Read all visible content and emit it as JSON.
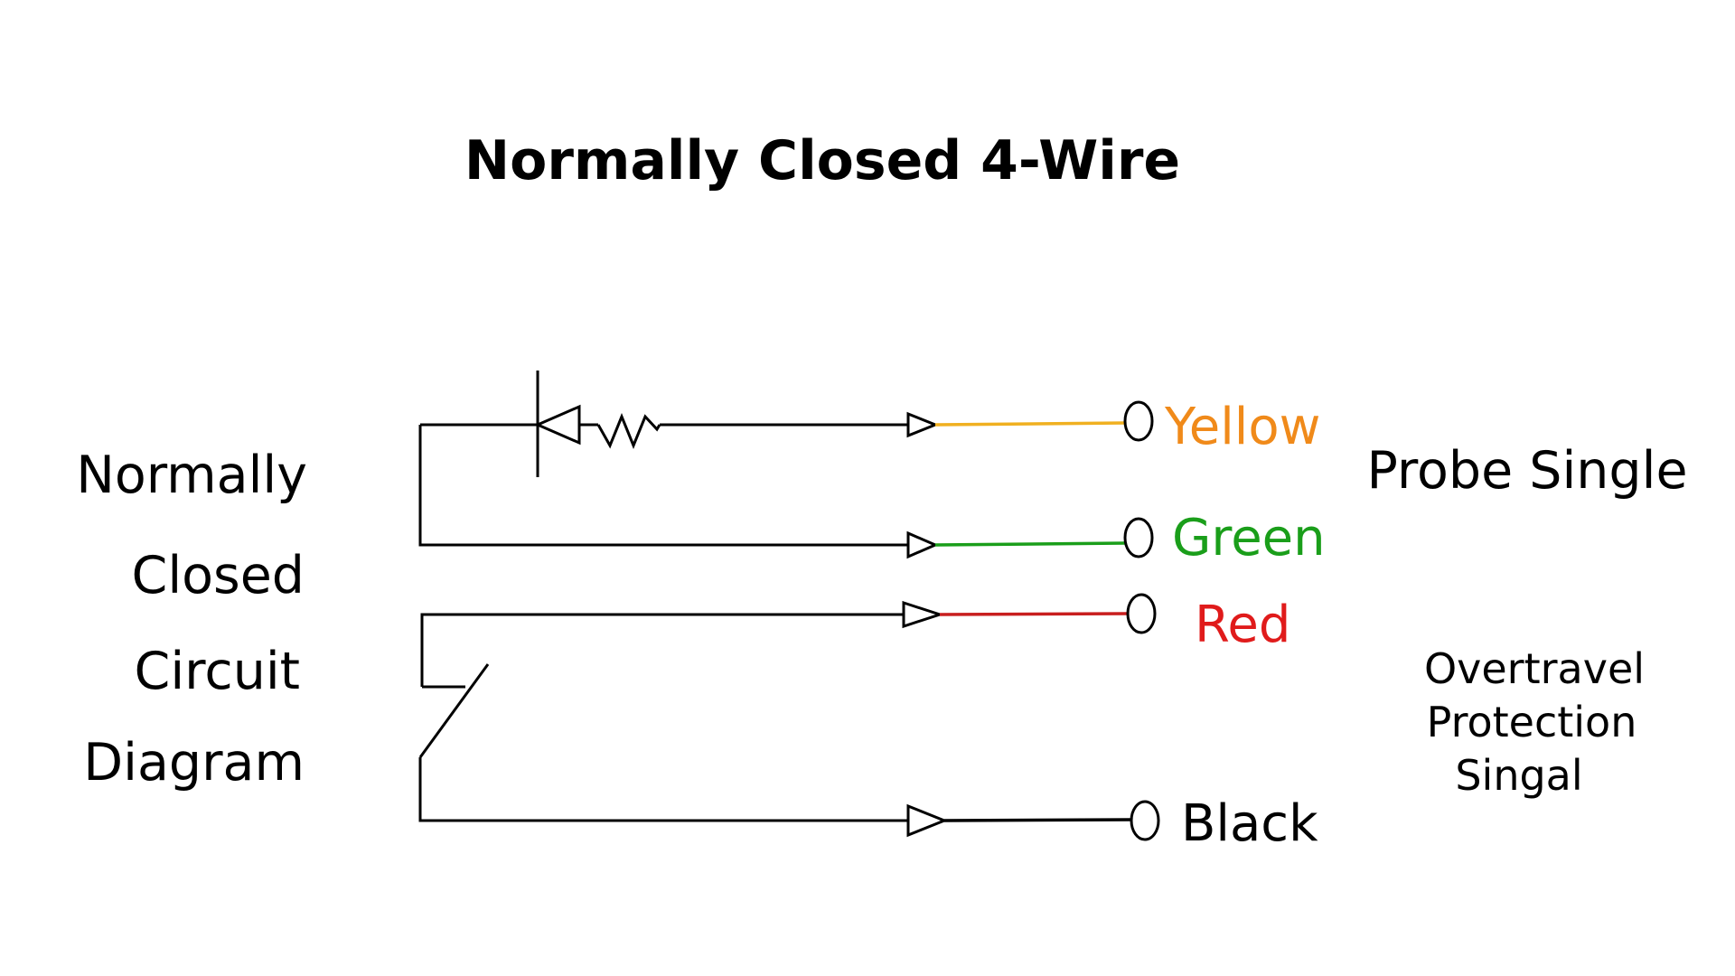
{
  "title": "Normally Closed 4-Wire",
  "left_label": {
    "line1": "Normally",
    "line2": "Closed",
    "line3": "Circuit",
    "line4": "Diagram"
  },
  "wires": [
    {
      "id": "yellow",
      "label": "Yellow",
      "color": "#f0b020",
      "label_color": "#f08a1a"
    },
    {
      "id": "green",
      "label": "Green",
      "color": "#1a9e1a",
      "label_color": "#1a9e1a"
    },
    {
      "id": "red",
      "label": "Red",
      "color": "#c81e1e",
      "label_color": "#e01b1b"
    },
    {
      "id": "black",
      "label": "Black",
      "color": "#000000",
      "label_color": "#000000"
    }
  ],
  "right_labels": {
    "probe": "Probe Single",
    "overtravel_line1": "Overtravel",
    "overtravel_line2": "Protection",
    "overtravel_line3": "Singal"
  }
}
